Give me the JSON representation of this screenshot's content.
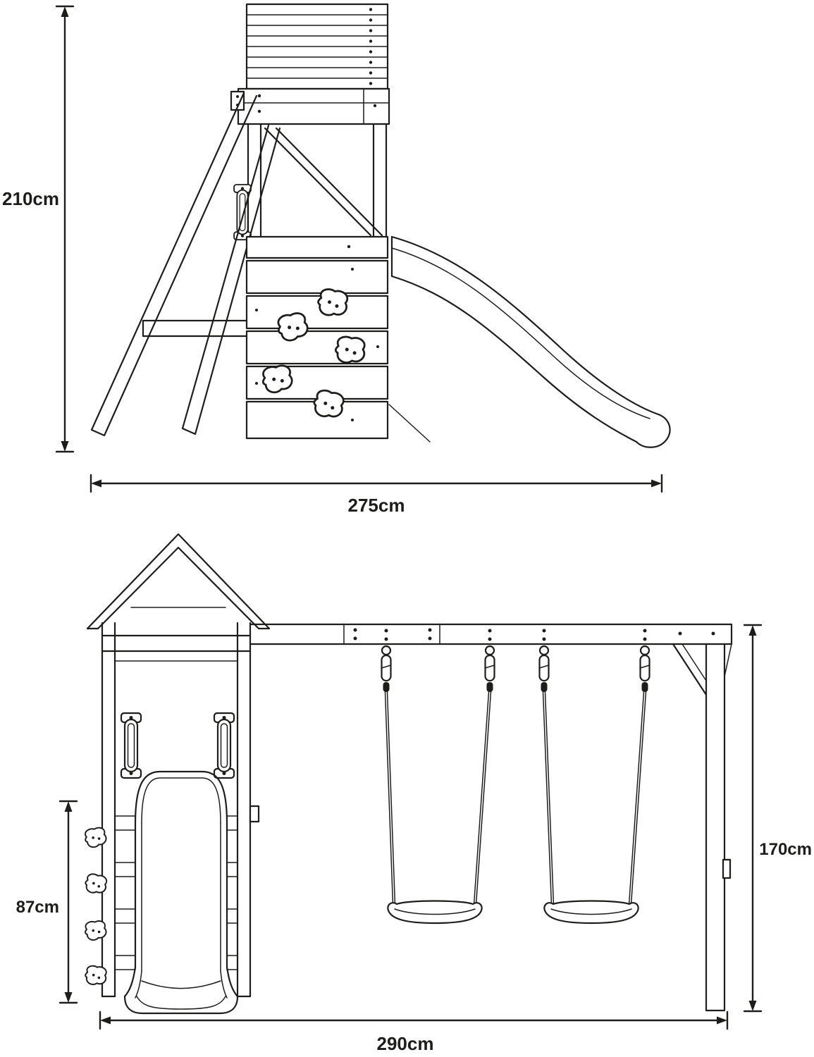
{
  "colors": {
    "line": "#1d1d1b",
    "background": "#ffffff"
  },
  "side_view": {
    "height_dimension": "210cm",
    "width_dimension": "275cm"
  },
  "front_view": {
    "tower_wall_dimension": "87cm",
    "swing_frame_dimension": "170cm",
    "width_dimension": "290cm"
  }
}
